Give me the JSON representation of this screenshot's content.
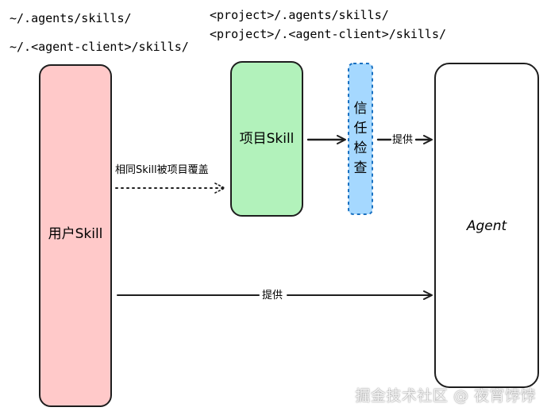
{
  "labels": {
    "user_path_1": "~/.agents/skills/",
    "user_path_2": "~/.<agent-client>/skills/",
    "project_path_1": "<project>/.agents/skills/",
    "project_path_2": "<project>/.<agent-client>/skills/"
  },
  "nodes": {
    "user_skill": {
      "label": "用户Skill",
      "fill": "#ffc9c9",
      "stroke": "#1e1e1e"
    },
    "project_skill": {
      "label": "项目Skill",
      "fill": "#b2f2bb",
      "stroke": "#1e1e1e"
    },
    "trust_check": {
      "chars": [
        "信",
        "任",
        "检",
        "查"
      ],
      "fill": "#a5d8ff",
      "stroke": "#1971c2"
    },
    "agent": {
      "label": "Agent",
      "fill": "#ffffff",
      "stroke": "#1e1e1e"
    }
  },
  "edges": {
    "override_label": "相同Skill被项目覆盖",
    "provide_top_label": "提供",
    "provide_bottom_label": "提供"
  },
  "watermark": "掘金技术社区 @ 夜宵饽饽"
}
